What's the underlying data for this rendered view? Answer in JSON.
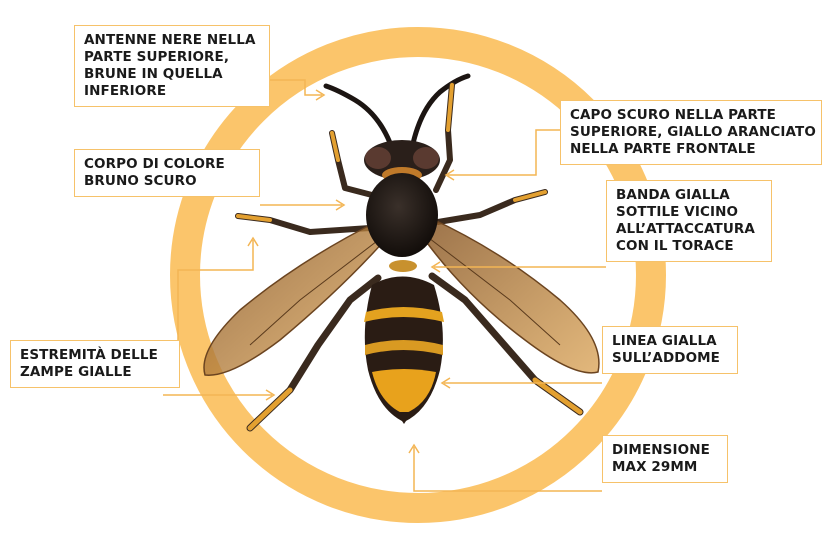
{
  "colors": {
    "ring": "#fbc56b",
    "label_border": "#f6c26a",
    "leader_line": "#f3b554",
    "text": "#1a1a1a",
    "hornet_body": "#241c18",
    "hornet_yellow": "#e8a21c",
    "wing": "#c98a3a"
  },
  "labels": {
    "antenne": {
      "lines": [
        "ANTENNE NERE NELLA",
        "PARTE SUPERIORE,",
        "BRUNE IN QUELLA",
        "INFERIORE"
      ]
    },
    "corpo": {
      "lines": [
        "CORPO DI COLORE",
        "BRUNO SCURO"
      ]
    },
    "estremita": {
      "lines": [
        "ESTREMITÀ DELLE",
        "ZAMPE GIALLE"
      ]
    },
    "capo": {
      "lines": [
        "CAPO SCURO NELLA PARTE",
        "SUPERIORE, GIALLO ARANCIATO",
        "NELLA PARTE FRONTALE"
      ]
    },
    "banda": {
      "lines": [
        "BANDA GIALLA",
        "SOTTILE VICINO",
        "ALL’ATTACCATURA",
        "CON IL TORACE"
      ]
    },
    "linea": {
      "lines": [
        "LINEA GIALLA",
        "SULL’ADDOME"
      ]
    },
    "dimensione": {
      "lines": [
        "DIMENSIONE",
        "MAX 29MM"
      ]
    }
  }
}
